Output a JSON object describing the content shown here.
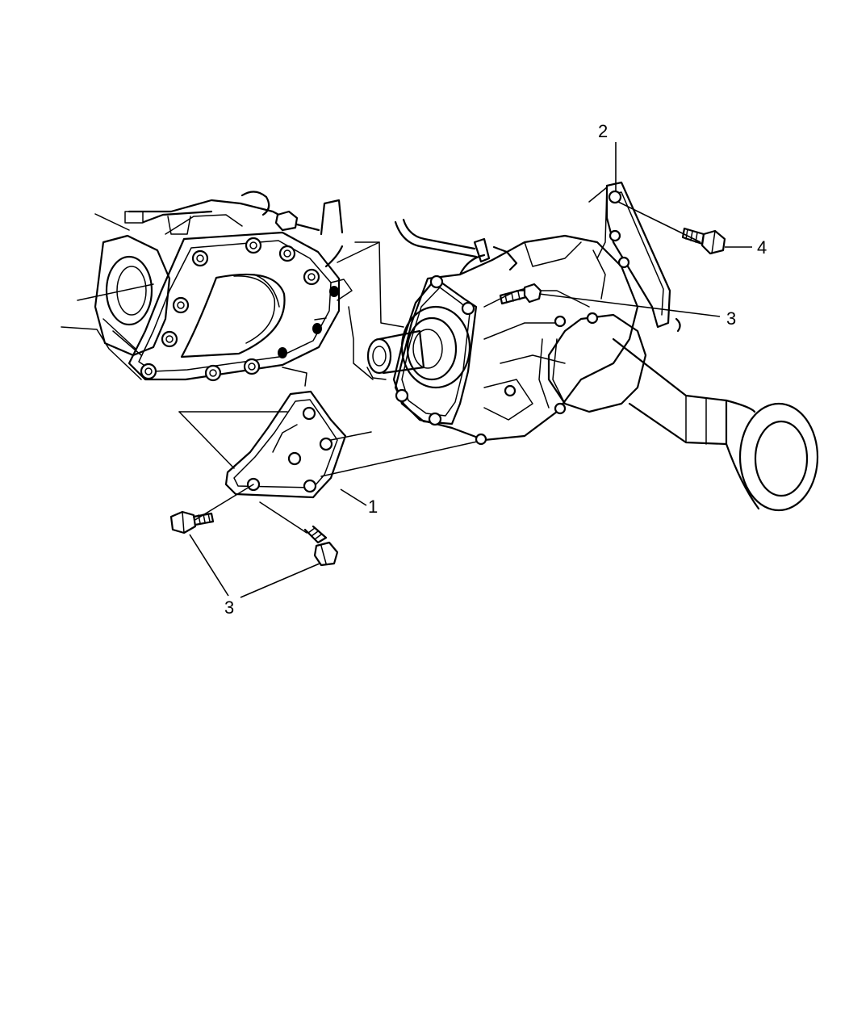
{
  "callouts": [
    {
      "id": "1",
      "label": "1"
    },
    {
      "id": "2",
      "label": "2"
    },
    {
      "id": "3a",
      "label": "3"
    },
    {
      "id": "3b",
      "label": "3"
    },
    {
      "id": "4",
      "label": "4"
    }
  ]
}
